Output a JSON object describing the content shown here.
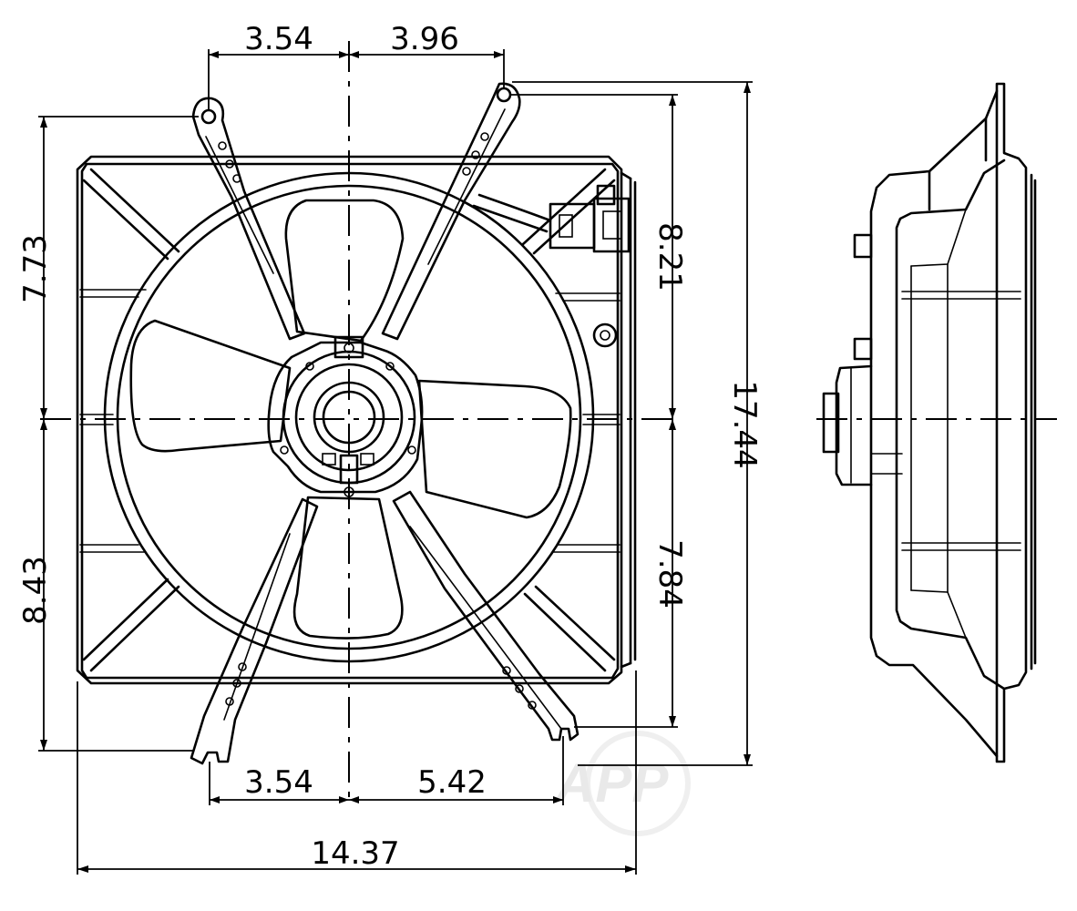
{
  "dimensions": {
    "top_left": "3.54",
    "top_right": "3.96",
    "left_upper": "7.73",
    "left_lower": "8.43",
    "right_upper": "8.21",
    "right_lower": "7.84",
    "overall_height": "17.44",
    "bottom_left": "3.54",
    "bottom_right": "5.42",
    "overall_width": "14.37"
  },
  "watermark": {
    "logo_text": "APP"
  }
}
